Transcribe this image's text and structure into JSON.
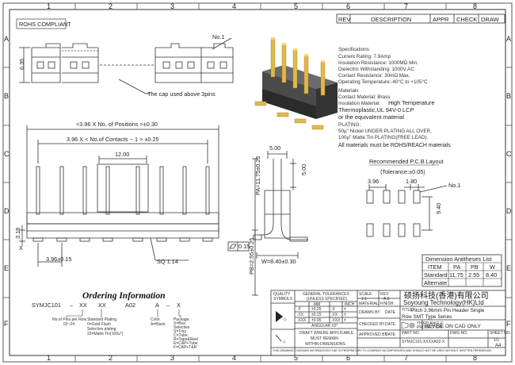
{
  "frame": {
    "columns": [
      "1",
      "2",
      "3",
      "4",
      "5",
      "6",
      "7",
      "8"
    ],
    "rows": [
      "A",
      "B",
      "C",
      "D",
      "E",
      "F"
    ]
  },
  "revision_table": {
    "headers": [
      "REV",
      "DESCRIPTION",
      "APPR",
      "CHECK",
      "DRAW"
    ]
  },
  "rohs_badge": "ROHS COMPLIANT",
  "top_view": {
    "callout_no1": "No.1",
    "dim_height": "6.35",
    "cap_note": "The cap used above 3pins"
  },
  "specifications": {
    "title": "Specifications",
    "lines": [
      "Current Rating:  7.9Amp",
      "Insulation Resistance: 1000MΩ Min.",
      "Dielectric Withstanding:  1000V AC",
      "Contact Resistance:  30mΩ Max.",
      "Operating Temperature:-40°C to +105°C"
    ],
    "materials_title": "Materials",
    "contact_material": "Contact Material: Brass",
    "insulation_material_label": "Insulation Material:",
    "insulation_material_value": "High Temperature",
    "thermoplastic": "Thermoplastic,UL 94V-0 LCP",
    "equivalent": "or the equivalent material",
    "plating_title": "PLATING:",
    "plating_1": "50µ\" Nickel UNDER PLATING ALL OVER,",
    "plating_2": "100µ\" Matte Tin PLATING(FREE LEAD).",
    "rohs_note": "All materials must be ROHS/REACH materials"
  },
  "front_view": {
    "dim_positions": "<3.96 X No. of Positions >±0.30",
    "dim_contacts": "3.96 X < No.of Contacts − 1 > ±0.25",
    "dim_width": "12.00",
    "dim_left": "3.18",
    "dim_pitch": "3.96±0.15",
    "sq": "SQ 1.14",
    "x_marker": "X"
  },
  "side_view": {
    "dim_top": "5.00",
    "dim_side": "5.00",
    "dim_pa": "PA=11.75±0.25",
    "dim_pb": "PB=2.55±0.25",
    "dim_w": "W=8.40±0.30",
    "flatness": "0.15"
  },
  "pcb_layout": {
    "title": "Recommended P.C.B.Layout",
    "tolerance": "(Tolerance:±0.05)",
    "dim_a": "3.96",
    "dim_b": "1.80",
    "dim_h": "9.40",
    "no1": "No.1"
  },
  "dimension_table": {
    "title": "Dimension Antitheses List",
    "headers": [
      "ITEM",
      "PA",
      "PB",
      "W"
    ],
    "rows": [
      [
        "Standard",
        "11.75",
        "2.55",
        "8.40"
      ],
      [
        "Alternate",
        "",
        "",
        ""
      ]
    ]
  },
  "ordering": {
    "title": "Ordering Information",
    "code": [
      "SYMJC101",
      "–",
      "XX",
      "XX",
      "A02",
      "A",
      "–",
      "X"
    ],
    "notes": [
      [
        "No.of Pins per Row",
        "02~24"
      ],
      [
        "Standard Plating",
        "0=Gold Flash",
        "Selective plating",
        "22=Matte Tin(100u\")"
      ],
      [
        "Color",
        "A=Black"
      ],
      [
        "Package",
        "X=Box",
        "Selective",
        "S=Tray",
        "C=Tube",
        "R=Tape&Reel",
        "E=CAP+Tube",
        "F=CAP+T&R"
      ]
    ]
  },
  "title_block": {
    "quality": "QUALITY",
    "symbols": "SYMBOLS",
    "general_tol": "GENERAL TOLERANCES",
    "unless": "(UNLESS SPECIFIED)",
    "mm": "MM",
    "inch": "INCH",
    "tol_rows": [
      [
        ".X",
        "±0.25",
        ".X",
        "±"
      ],
      [
        ".XX",
        "±0.15",
        ".XX",
        "±"
      ],
      [
        ".XXX",
        "±0.05",
        ".XXX",
        "±"
      ]
    ],
    "angular": "ANGULAR ±3°",
    "draft_1": "DRAFT WHERE APPLICABLE",
    "draft_2": "MUST REMAIN",
    "draft_3": "WITHIN DIMENSIONS",
    "scale_label": "SCALE:",
    "scale": "1:1",
    "rev_label": "REV:",
    "rev": "A.0",
    "material_label": "MATERIAL:",
    "finish_label": "FINISH:",
    "drawn": "DRAWN BY",
    "checked": "CHECKED BY",
    "approved": "APPROVED BY",
    "date": "DATE",
    "company_cn": "硕扬科技(香港)有限公司",
    "company_en": "Soyoung Technology(HK)Ltd",
    "title_label": "TITLE:",
    "title_1": "Pitch 3.96mm Pin Header Single",
    "title_2": "Row SMT Type Series",
    "third_angle_1": "THIRD ANGLE",
    "third_angle_2": "PROJECTION",
    "revise": "REVISE ON CAD ONLY",
    "part_no_label": "PART NO.",
    "part_no": "SYMJC101-XXXXA02-X",
    "dwg_no_label": "DWG NO.",
    "sheet_label": "SHEET NO.",
    "sheet": "1/1",
    "size": "A4",
    "confidential": "THIS DRAWING CONTAINS INFORMATION THAT IS PROPRIETARY TO COMPANY INCORPORATED AND SHOULD NOT BE USED WITHOUT WRITTEN PERMISSION"
  }
}
